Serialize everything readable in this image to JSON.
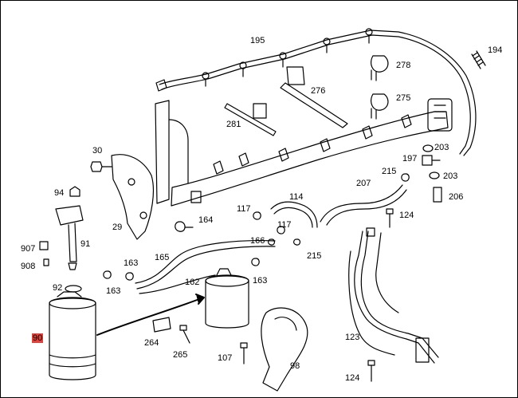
{
  "part_labels": {
    "p195": "195",
    "p194": "194",
    "p278": "278",
    "p276": "276",
    "p275": "275",
    "p281": "281",
    "p30": "30",
    "p203a": "203",
    "p197": "197",
    "p203b": "203",
    "p215a": "215",
    "p207": "207",
    "p206": "206",
    "p94": "94",
    "p114": "114",
    "p117a": "117",
    "p117b": "117",
    "p124a": "124",
    "p164": "164",
    "p29": "29",
    "p907": "907",
    "p91": "91",
    "p908": "908",
    "p166": "166",
    "p165": "165",
    "p163a": "163",
    "p215b": "215",
    "p163b": "163",
    "p162": "162",
    "p163c": "163",
    "p92": "92",
    "p90": "90",
    "p264": "264",
    "p265": "265",
    "p107": "107",
    "p98": "98",
    "p123": "123",
    "p124b": "124"
  },
  "colors": {
    "highlight": "#e0433b",
    "line": "#000000",
    "background": "#ffffff"
  }
}
